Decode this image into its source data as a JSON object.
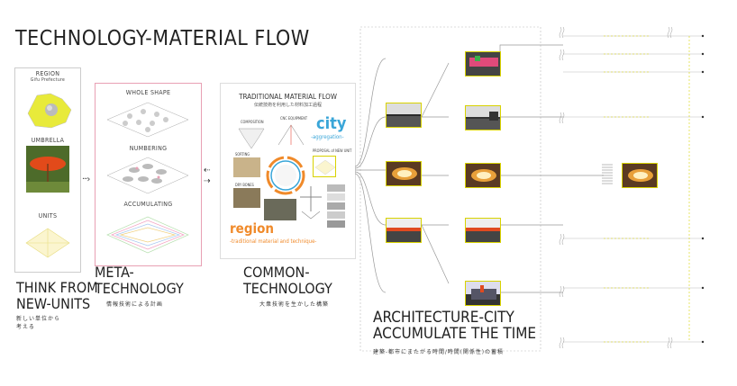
{
  "title": "TECHNOLOGY-MATERIAL FLOW",
  "panel1": {
    "region_label": "REGION",
    "region_sub": "Gifu Prefecture",
    "umbrella_label": "UMBRELLA",
    "units_label": "UNITS",
    "caption_en_1": "THINK FROM",
    "caption_en_2": "NEW-UNITS",
    "caption_jp_1": "新しい単位から",
    "caption_jp_2": "考える"
  },
  "panel2": {
    "whole_shape": "WHOLE SHAPE",
    "numbering": "NUMBERING",
    "accumulating": "ACCUMULATING",
    "caption_en_1": "META-",
    "caption_en_2": "TECHNOLOGY",
    "caption_jp": "情報技術による計画"
  },
  "panel3": {
    "header": "TRADITIONAL MATERIAL FLOW",
    "header_jp": "伝統技術を利用した材料加工過程",
    "composition": "COMPOSITION",
    "equipment": "CNC EQUIPMENT",
    "city": "city",
    "city_sub": "-aggregation-",
    "sorting": "SORTING",
    "proposal": "PROPOSAL of NEW UNIT",
    "dry_bones": "DRY BONES",
    "region": "region",
    "region_sub": "-traditional material and technique-",
    "caption_en_1": "COMMON-",
    "caption_en_2": "TECHNOLOGY",
    "caption_jp": "大衆技術を生かした構築"
  },
  "flow": {
    "caption_en_1": "ARCHITECTURE-CITY",
    "caption_en_2": "ACCUMULATE THE TIME",
    "caption_jp": "建築-都市にまたがる時間/時間(関係性)の蓄積"
  },
  "colors": {
    "accent_yellow": "#d8d200",
    "accent_pink": "#e8a0b4",
    "city_blue": "#3aa6d8",
    "region_orange": "#f08a2a",
    "line_gray": "#999999"
  }
}
